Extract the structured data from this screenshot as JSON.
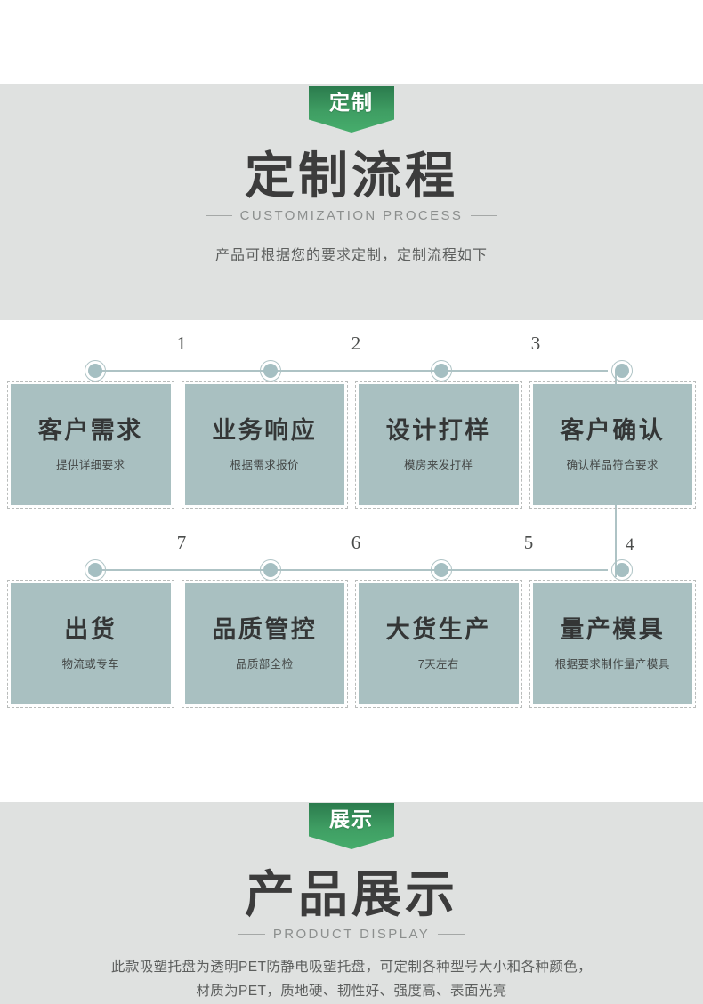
{
  "colors": {
    "band_grey": "#dfe1e0",
    "card_fill": "#a9c0c1",
    "card_border": "#b9bcbb",
    "line": "#aec3c5",
    "ribbon_green_dark": "#2b7b4d",
    "ribbon_green_light": "#46ad6c",
    "heading_text": "#3c3c3c",
    "sub_text": "#5d5f5e"
  },
  "sections": {
    "customize": {
      "ribbon_label": "定制",
      "title_cn": "定制流程",
      "title_en": "CUSTOMIZATION PROCESS",
      "subtitle": "产品可根据您的要求定制，定制流程如下"
    },
    "display": {
      "ribbon_label": "展示",
      "title_cn": "产品展示",
      "title_en": "PRODUCT DISPLAY",
      "description_line1": "此款吸塑托盘为透明PET防静电吸塑托盘，可定制各种型号大小和各种颜色，",
      "description_line2": "材质为PET，质地硬、韧性好、强度高、表面光亮"
    }
  },
  "flow": {
    "row1": {
      "numbers": [
        "1",
        "2",
        "3"
      ],
      "end_number": null,
      "cards": [
        {
          "title": "客户需求",
          "subtitle": "提供详细要求"
        },
        {
          "title": "业务响应",
          "subtitle": "根据需求报价"
        },
        {
          "title": "设计打样",
          "subtitle": "模房来发打样"
        },
        {
          "title": "客户确认",
          "subtitle": "确认样品符合要求"
        }
      ]
    },
    "row2": {
      "numbers": [
        "7",
        "6",
        "5"
      ],
      "end_number": "4",
      "cards": [
        {
          "title": "出货",
          "subtitle": "物流或专车"
        },
        {
          "title": "品质管控",
          "subtitle": "品质部全检"
        },
        {
          "title": "大货生产",
          "subtitle": "7天左右"
        },
        {
          "title": "量产模具",
          "subtitle": "根据要求制作量产模具"
        }
      ]
    }
  }
}
